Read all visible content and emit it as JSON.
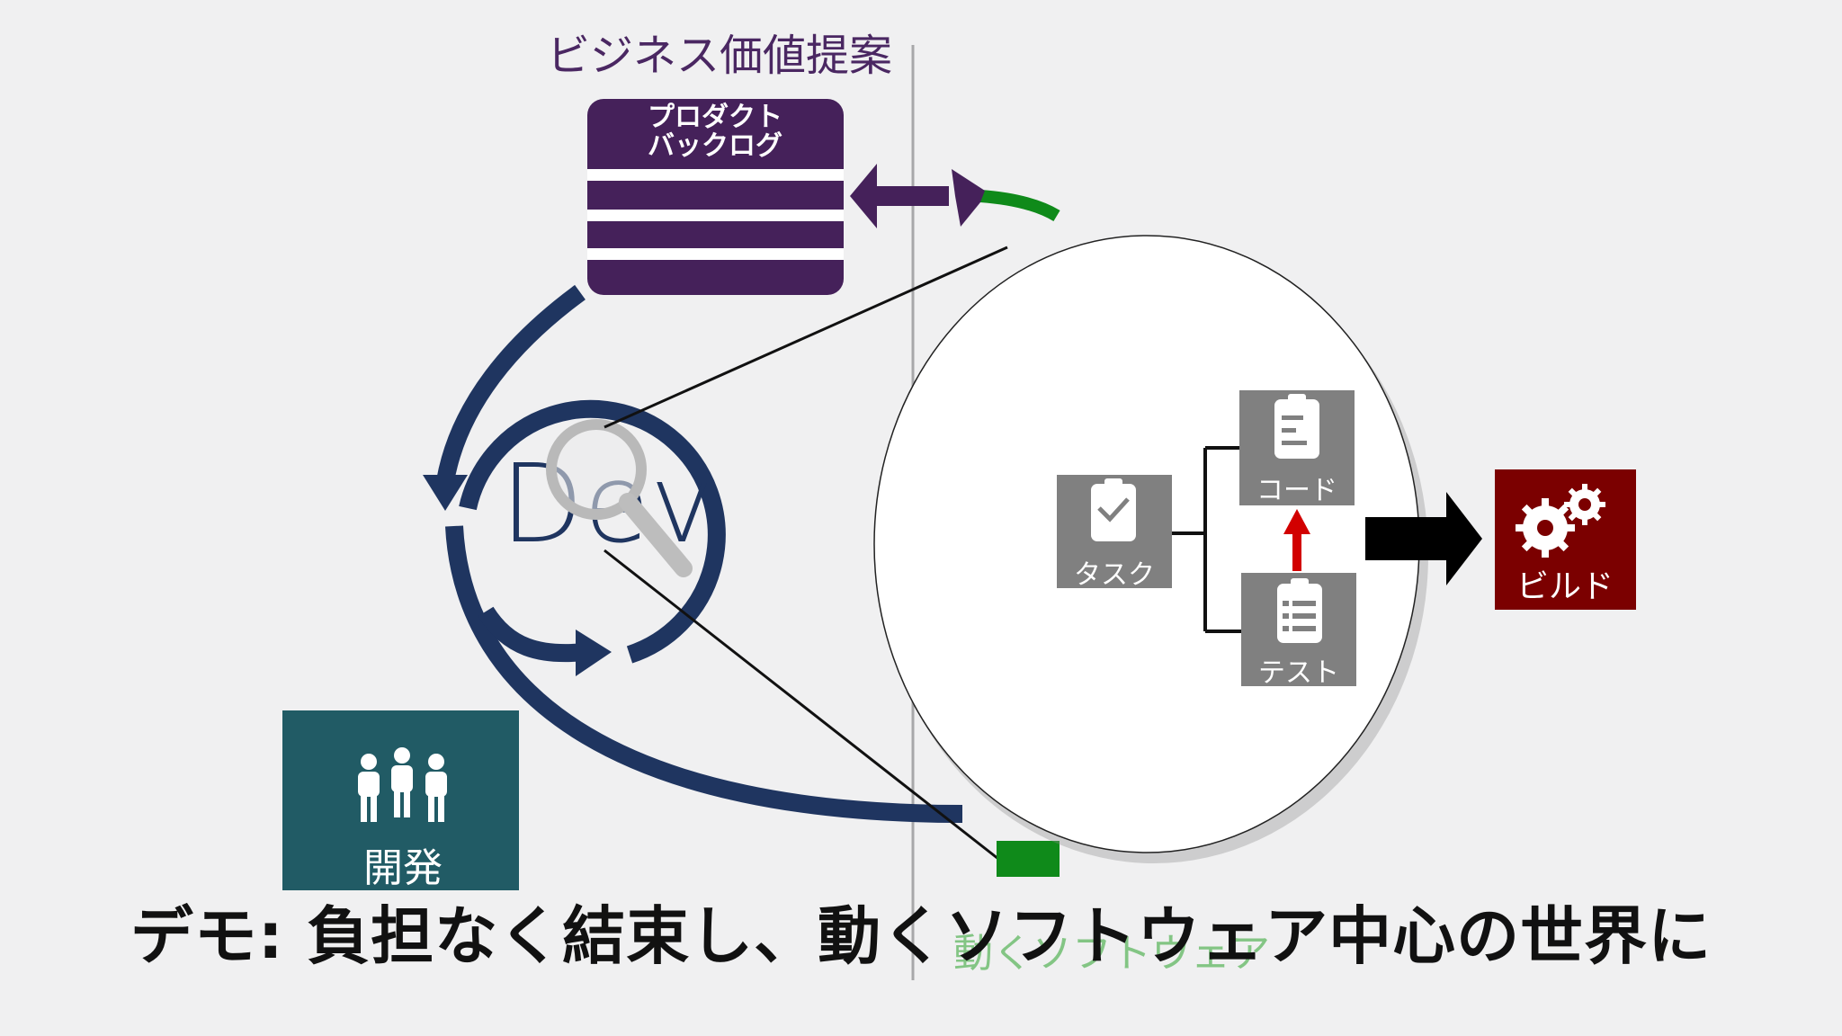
{
  "title": "ビジネス価値提案",
  "backlog": {
    "line1": "プロダクト",
    "line2": "バックログ"
  },
  "center_label": "Dev",
  "team": {
    "label": "開発"
  },
  "working_software": {
    "label": "動くソフトウェア"
  },
  "zoom": {
    "task": "タスク",
    "code": "コード",
    "test": "テスト",
    "build": "ビルド"
  },
  "subtitle": "デモ: 負担なく結束し、動くソフトウェア中心の世界に",
  "colors": {
    "purple": "#45215a",
    "navy": "#1f3560",
    "teal": "#215b65",
    "green": "#0f8a1a",
    "gray_tile": "#7f7f7f",
    "dark_red": "#7b0000",
    "red_arrow": "#d20000"
  }
}
